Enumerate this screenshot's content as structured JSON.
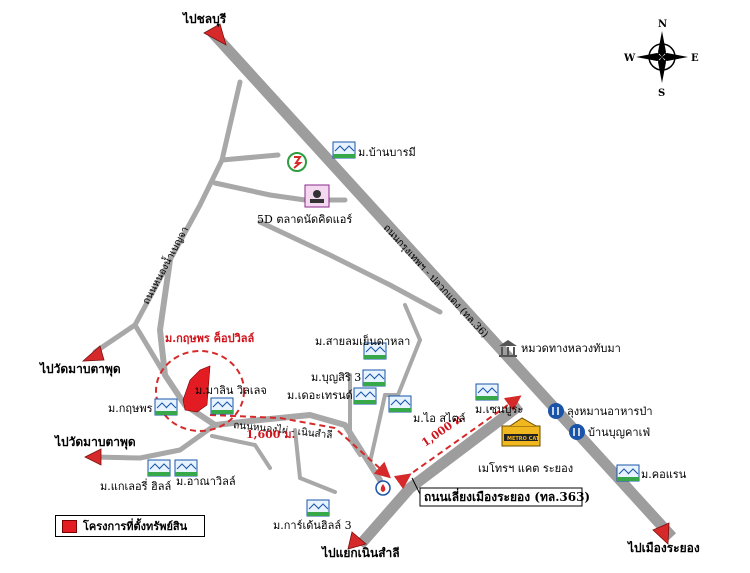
{
  "colors": {
    "road_main": "#9d9d9d",
    "road_minor": "#a8a8a8",
    "arrow_red": "#d62a2a",
    "project_red": "#e31c23",
    "dash_red": "#d62a2a",
    "text_red": "#d0141c"
  },
  "compass": {
    "n": "N",
    "s": "S",
    "e": "E",
    "w": "W"
  },
  "destinations": {
    "to_chonburi": "ไปชลบุรี",
    "to_wat_map_ta_phut_top": "ไปวัดมาบตาพุด",
    "to_wat_map_ta_phut_bottom": "ไปวัดมาบตาพุด",
    "to_noen_sam_li": "ไปแยกเนินสำลี",
    "to_mueang_rayong": "ไปเมืองระยอง"
  },
  "roads": {
    "highway_36": "ถนนกรุงเทพฯ - ปลวกแดง (ทล.36)",
    "bypass_363": "ถนนเลี่ยงเมืองระยอง (ทล.363)",
    "nong_phai_road": "ถนนหนองไผ่ - เนินสำลี",
    "minor_road_vertical": "ถนนหนองน้ำเบญจา"
  },
  "distances": {
    "d1600": "1,600 ม.",
    "d1000": "1,000 ม."
  },
  "project": {
    "name": "ม.กฤษพร ค็อปวิลล์"
  },
  "places": {
    "ban_barami": "ม.บ้านบารมี",
    "night_market": "5D ตลาดนัดคิดแอร์",
    "sai_lom": "ม.สายลมเย็นดาหลา",
    "boon_siri": "ม.บุญสิริ 3",
    "d_arte": "ม.เดอะเทรนด์",
    "i_style": "ม.ไอ สไตล์",
    "marin": "ม.มาลิน วิลเลจ",
    "kritsaporn": "ม.กฤษพร",
    "tmy_hill": "ม.แกเลอรี่ ฮิลล์",
    "arun_ville": "ม.อาณาวิลล์",
    "garden_hill": "ม.การ์เด้นฮิลล์ 3",
    "sanbura": "ม.เซนบูระ",
    "metro_cat": "เมโทรฯ แคต ระยอง",
    "cat_logo": "METRO CAT",
    "landmark_police": "หมวดทางหลวงทับมา",
    "restaurant": "ลุงหมานอาหารป่า",
    "cafe": "บ้านบุญคาเฟ่",
    "coraran": "ม.คอแรน"
  },
  "legend": {
    "label": "โครงการที่ตั้งทรัพย์สิน"
  }
}
